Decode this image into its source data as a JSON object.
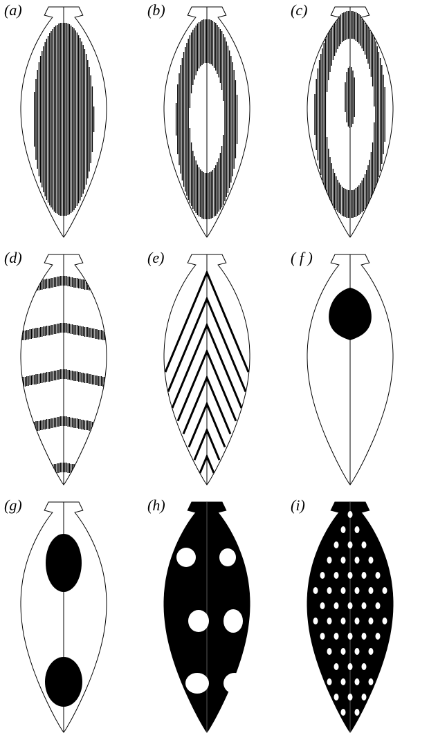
{
  "figure": {
    "panels": [
      {
        "id": "a",
        "label": "(a)",
        "pattern": "solid-ellipse"
      },
      {
        "id": "b",
        "label": "(b)",
        "pattern": "ring"
      },
      {
        "id": "c",
        "label": "(c)",
        "pattern": "ring-with-center-spot"
      },
      {
        "id": "d",
        "label": "(d)",
        "pattern": "chevron-stripes"
      },
      {
        "id": "e",
        "label": "(e)",
        "pattern": "nested-chevron-lines"
      },
      {
        "id": "f",
        "label": "( f )",
        "pattern": "single-upper-spot"
      },
      {
        "id": "g",
        "label": "(g)",
        "pattern": "two-spots"
      },
      {
        "id": "h",
        "label": "(h)",
        "pattern": "dark-with-white-spots"
      },
      {
        "id": "i",
        "label": "(i)",
        "pattern": "dark-with-many-white-dots"
      }
    ]
  }
}
